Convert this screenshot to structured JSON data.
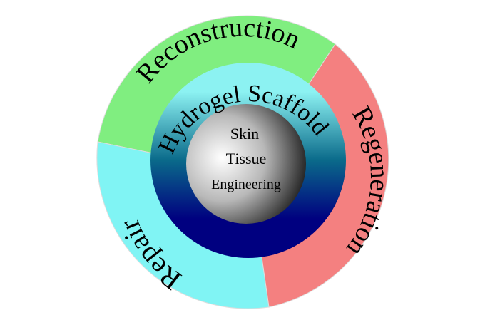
{
  "outer_ring": {
    "segments": [
      {
        "label": "Reconstruction",
        "color": "#80EE80"
      },
      {
        "label": "Regeneration",
        "color": "#F48080"
      },
      {
        "label": "Repair",
        "color": "#80F4F4"
      }
    ]
  },
  "middle_ring": {
    "label": "Hydrogel Scaffold",
    "gradient_colors": [
      "#8CF2F2",
      "#000080"
    ]
  },
  "center": {
    "lines": [
      "Skin",
      "Tissue",
      "Engineering"
    ],
    "gradient_colors": [
      "#ffffff",
      "#000000"
    ]
  }
}
